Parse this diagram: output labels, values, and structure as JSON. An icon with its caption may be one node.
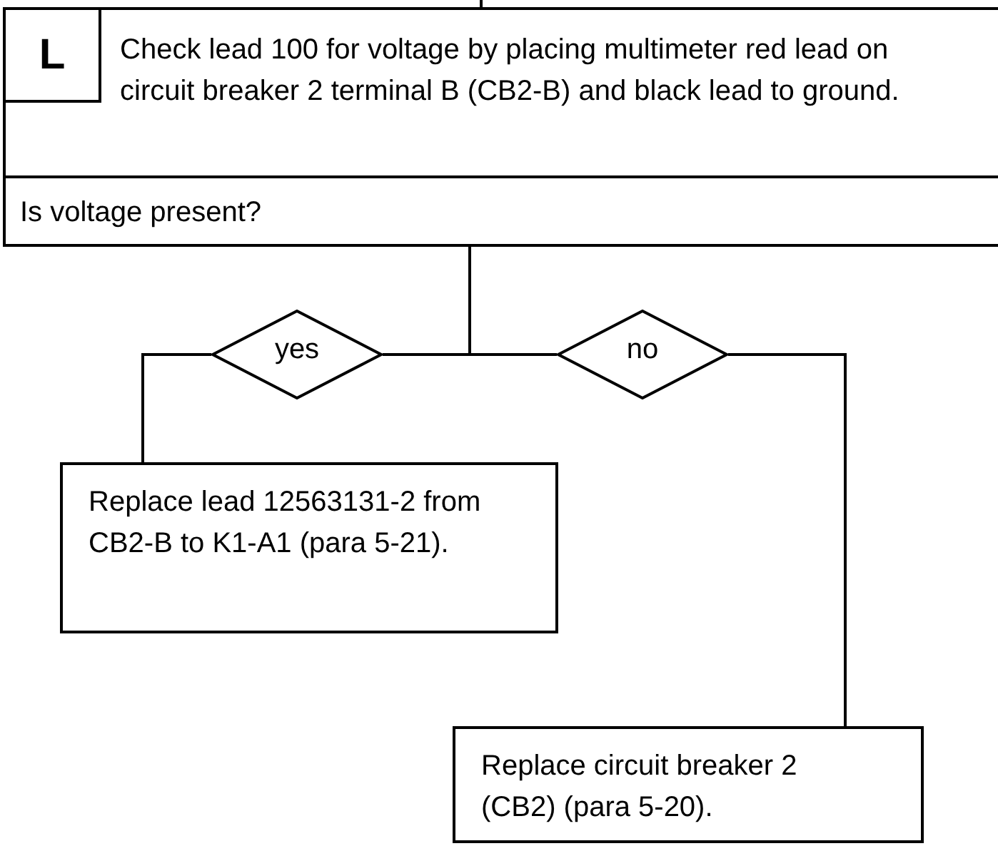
{
  "diagram": {
    "nodes": [
      {
        "text": [
          "Check lead 100 for voltage by placing multimeter red lead on circuit breaker 2 terminal B (CB2-B) and black lead to ground.",
          "Is voltage present?"
        ]
      },
      {
        "text": [
          "L"
        ],
        "in": 0
      },
      {
        "text": [
          "yes"
        ]
      },
      {
        "text": [
          "no"
        ]
      },
      {
        "text": [
          "Replace lead 12563131-2 from CB2-B to K1-A1 (para 5-21)."
        ]
      },
      {
        "text": [
          "Replace circuit breaker 2 (CB2) (para 5-20)."
        ]
      }
    ],
    "edges": [
      {
        "from": null,
        "to": 0,
        "arrow": "none"
      },
      {
        "from": 0,
        "to": 2,
        "arrow": "none"
      },
      {
        "from": 0,
        "to": 3,
        "arrow": "none"
      },
      {
        "from": 2,
        "to": 4,
        "arrow": "none"
      },
      {
        "from": 3,
        "to": 5,
        "arrow": "none"
      }
    ]
  }
}
